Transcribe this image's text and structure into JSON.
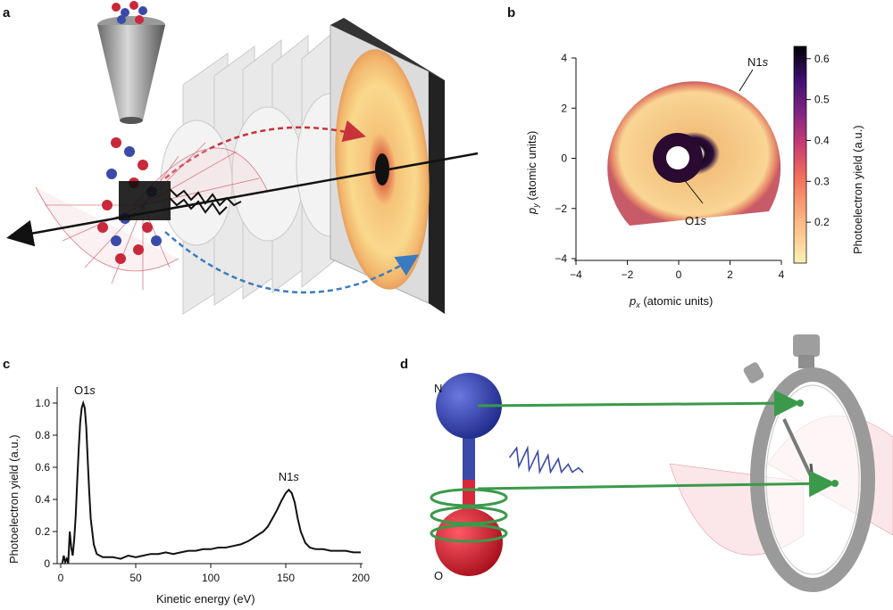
{
  "panels": {
    "a": "a",
    "b": "b",
    "c": "c",
    "d": "d"
  },
  "panel_b": {
    "xlabel_main": "p",
    "xlabel_sub": "x",
    "xlabel_rest": " (atomic units)",
    "ylabel_main": "p",
    "ylabel_sub": "y",
    "ylabel_rest": " (atomic units)",
    "annotation_n1s": "N1",
    "annotation_o1s": "O1",
    "annotation_s": "s",
    "colorbar_label": "Photoelectron yield (a.u.)",
    "colorbar_ticks": [
      "0.2",
      "0.3",
      "0.4",
      "0.5",
      "0.6"
    ],
    "colorbar_colors": [
      "#fcf0b5",
      "#fbb67f",
      "#f26d5b",
      "#c83c72",
      "#7d2482",
      "#3c0f70",
      "#000004"
    ]
  },
  "panel_d": {
    "label_n": "N",
    "label_o": "O"
  },
  "colors": {
    "red_arrow": "#c8323a",
    "blue_arrow": "#3b7cc0",
    "green_arrow": "#3a9a4a",
    "n_atom": "#3a4aa8",
    "o_atom": "#d8283a"
  },
  "chart_data": [
    {
      "type": "heatmap",
      "panel": "b",
      "xlabel": "px (atomic units)",
      "ylabel": "py (atomic units)",
      "xlim": [
        -4,
        4
      ],
      "ylim": [
        -4,
        4
      ],
      "xticks": [
        "−4",
        "−2",
        "0",
        "2",
        "4"
      ],
      "yticks": [
        "4",
        "2",
        "0",
        "−2",
        "−4"
      ],
      "colorbar_range": [
        0.1,
        0.63
      ],
      "annotations": [
        "N1s",
        "O1s"
      ]
    },
    {
      "type": "line",
      "panel": "c",
      "xlabel": "Kinetic energy (eV)",
      "ylabel": "Photoelectron yield (a.u.)",
      "xlim": [
        0,
        200
      ],
      "ylim": [
        0,
        1.1
      ],
      "xticks": [
        "0",
        "50",
        "100",
        "150",
        "200"
      ],
      "yticks": [
        "0",
        "0.2",
        "0.4",
        "0.6",
        "0.8",
        "1.0"
      ],
      "annotations": [
        {
          "text_main": "O1",
          "text_italic": "s",
          "x": 16,
          "y": 1.0
        },
        {
          "text_main": "N1",
          "text_italic": "s",
          "x": 152,
          "y": 0.46
        }
      ],
      "x": [
        1,
        2,
        3,
        4,
        5,
        6,
        7,
        8,
        9,
        10,
        11,
        12,
        13,
        14,
        15,
        16,
        17,
        18,
        19,
        20,
        22,
        24,
        26,
        28,
        30,
        35,
        40,
        45,
        50,
        55,
        60,
        65,
        70,
        75,
        80,
        85,
        90,
        95,
        100,
        105,
        110,
        115,
        120,
        125,
        130,
        135,
        138,
        141,
        144,
        147,
        150,
        152,
        154,
        156,
        158,
        160,
        163,
        166,
        170,
        175,
        180,
        185,
        190,
        195,
        200
      ],
      "y": [
        0.0,
        0.05,
        0.01,
        0.03,
        0.0,
        0.2,
        0.1,
        0.05,
        0.15,
        0.3,
        0.52,
        0.72,
        0.88,
        0.97,
        1.0,
        0.97,
        0.85,
        0.65,
        0.45,
        0.28,
        0.12,
        0.06,
        0.05,
        0.04,
        0.04,
        0.04,
        0.03,
        0.05,
        0.04,
        0.05,
        0.06,
        0.06,
        0.07,
        0.06,
        0.07,
        0.08,
        0.08,
        0.09,
        0.09,
        0.1,
        0.1,
        0.11,
        0.12,
        0.14,
        0.17,
        0.2,
        0.23,
        0.28,
        0.33,
        0.39,
        0.44,
        0.46,
        0.44,
        0.38,
        0.28,
        0.2,
        0.13,
        0.1,
        0.09,
        0.09,
        0.08,
        0.08,
        0.08,
        0.07,
        0.07
      ]
    }
  ]
}
